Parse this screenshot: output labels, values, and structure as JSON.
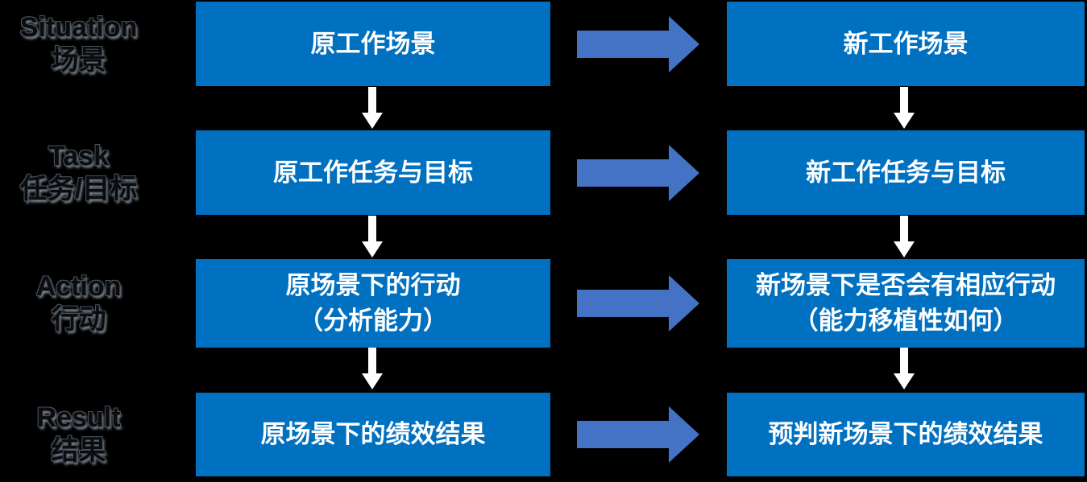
{
  "palette": {
    "background": "#000000",
    "box_fill": "#0070C0",
    "box_text": "#FFFFFF",
    "flow_arrow_fill": "#4472C4",
    "step_arrow_fill": "#FFFFFF",
    "side_label_fill": "#0A0C0E",
    "side_label_outline": "#49525C",
    "side_label_shadow": "#98A0AC"
  },
  "rows": [
    {
      "label_en": "Situation",
      "label_zh": "场景",
      "old_box": {
        "lines": [
          "原工作场景"
        ]
      },
      "new_box": {
        "lines": [
          "新工作场景"
        ]
      }
    },
    {
      "label_en": "Task",
      "label_zh": "任务/目标",
      "old_box": {
        "lines": [
          "原工作任务与目标"
        ]
      },
      "new_box": {
        "lines": [
          "新工作任务与目标"
        ]
      }
    },
    {
      "label_en": "Action",
      "label_zh": "行动",
      "old_box": {
        "lines": [
          "原场景下的行动",
          "（分析能力）"
        ]
      },
      "new_box": {
        "lines": [
          "新场景下是否会有相应行动",
          "（能力移植性如何）"
        ]
      }
    },
    {
      "label_en": "Result",
      "label_zh": "结果",
      "old_box": {
        "lines": [
          "原场景下的绩效结果"
        ]
      },
      "new_box": {
        "lines": [
          "预判新场景下的绩效结果"
        ]
      }
    }
  ]
}
